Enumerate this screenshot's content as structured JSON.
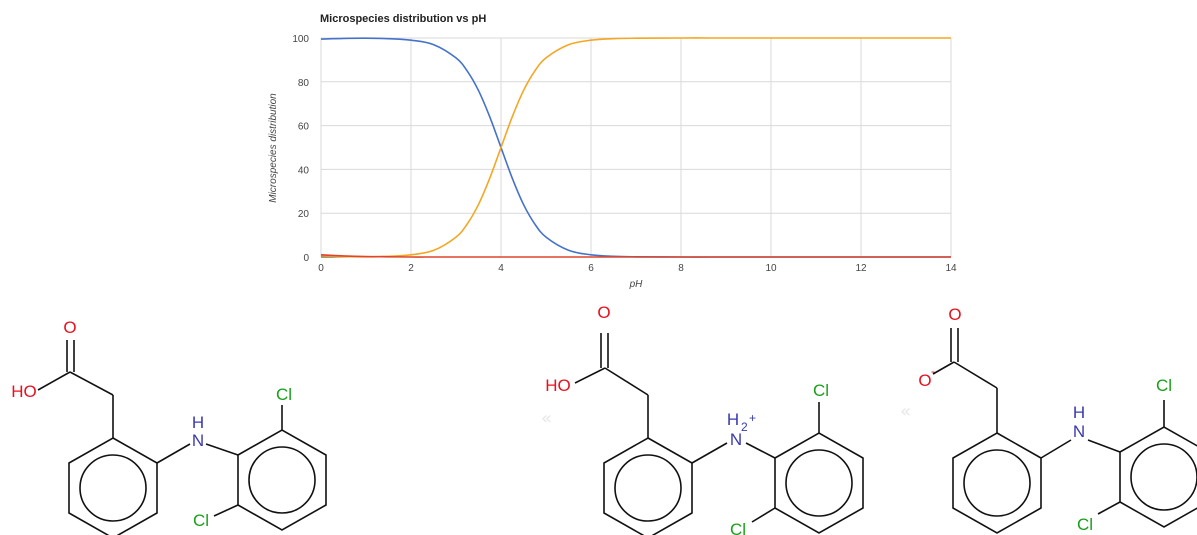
{
  "chart_data": {
    "type": "line",
    "title": "Microspecies distribution vs pH",
    "xlabel": "pH",
    "ylabel": "Microspecies distribution",
    "xlim": [
      0,
      14
    ],
    "ylim": [
      0,
      100
    ],
    "x_ticks": [
      0,
      2,
      4,
      6,
      8,
      10,
      12,
      14
    ],
    "y_ticks": [
      0,
      20,
      40,
      60,
      80,
      100
    ],
    "grid": true,
    "x": [
      0,
      0.5,
      1,
      1.5,
      2,
      2.5,
      3,
      3.25,
      3.5,
      3.75,
      4,
      4.25,
      4.5,
      4.75,
      5,
      5.5,
      6,
      6.5,
      7,
      8,
      9,
      10,
      11,
      12,
      13,
      14
    ],
    "series": [
      {
        "color": "#4472ca",
        "values": [
          99.5,
          99.8,
          99.9,
          99.7,
          99.0,
          97.0,
          90.9,
          84.9,
          76.0,
          64.0,
          50.0,
          36.0,
          24.0,
          15.1,
          9.1,
          3.1,
          1.0,
          0.3,
          0.1,
          0,
          0,
          0,
          0,
          0,
          0,
          0
        ]
      },
      {
        "color": "#f5a623",
        "values": [
          0.5,
          0.2,
          0.1,
          0.3,
          1.0,
          3.0,
          9.1,
          15.1,
          24.0,
          36.0,
          50.0,
          64.0,
          76.0,
          84.9,
          90.9,
          96.9,
          99.0,
          99.7,
          99.9,
          100,
          100,
          100,
          100,
          100,
          100,
          100
        ]
      },
      {
        "color": "#e0452b",
        "values": [
          1.0,
          0.5,
          0.2,
          0.1,
          0,
          0,
          0,
          0,
          0,
          0,
          0,
          0,
          0,
          0,
          0,
          0,
          0,
          0,
          0,
          0,
          0,
          0,
          0,
          0,
          0,
          0
        ]
      }
    ]
  },
  "structures": [
    {
      "oxygen_top": "O",
      "hydroxyl": "HO",
      "amine_h": "H",
      "amine_n": "N",
      "chloro_top": "Cl",
      "chloro_bottom": "Cl"
    },
    {
      "oxygen_top": "O",
      "hydroxyl": "HO",
      "amine_h": "H",
      "amine_h_sub": "2",
      "amine_charge": "+",
      "amine_n": "N",
      "chloro_top": "Cl",
      "chloro_bottom": "Cl"
    },
    {
      "oxygen_top": "O",
      "oxygen_anion": "O",
      "anion_charge": "-",
      "amine_h": "H",
      "amine_n": "N",
      "chloro_top": "Cl",
      "chloro_bottom": "Cl"
    }
  ],
  "atom_colors": {
    "oxygen": "#e8101f",
    "nitrogen": "#3a3aad",
    "chlorine": "#19a019",
    "bond": "#111111"
  },
  "separator_icon": "chevron-left-double-icon"
}
